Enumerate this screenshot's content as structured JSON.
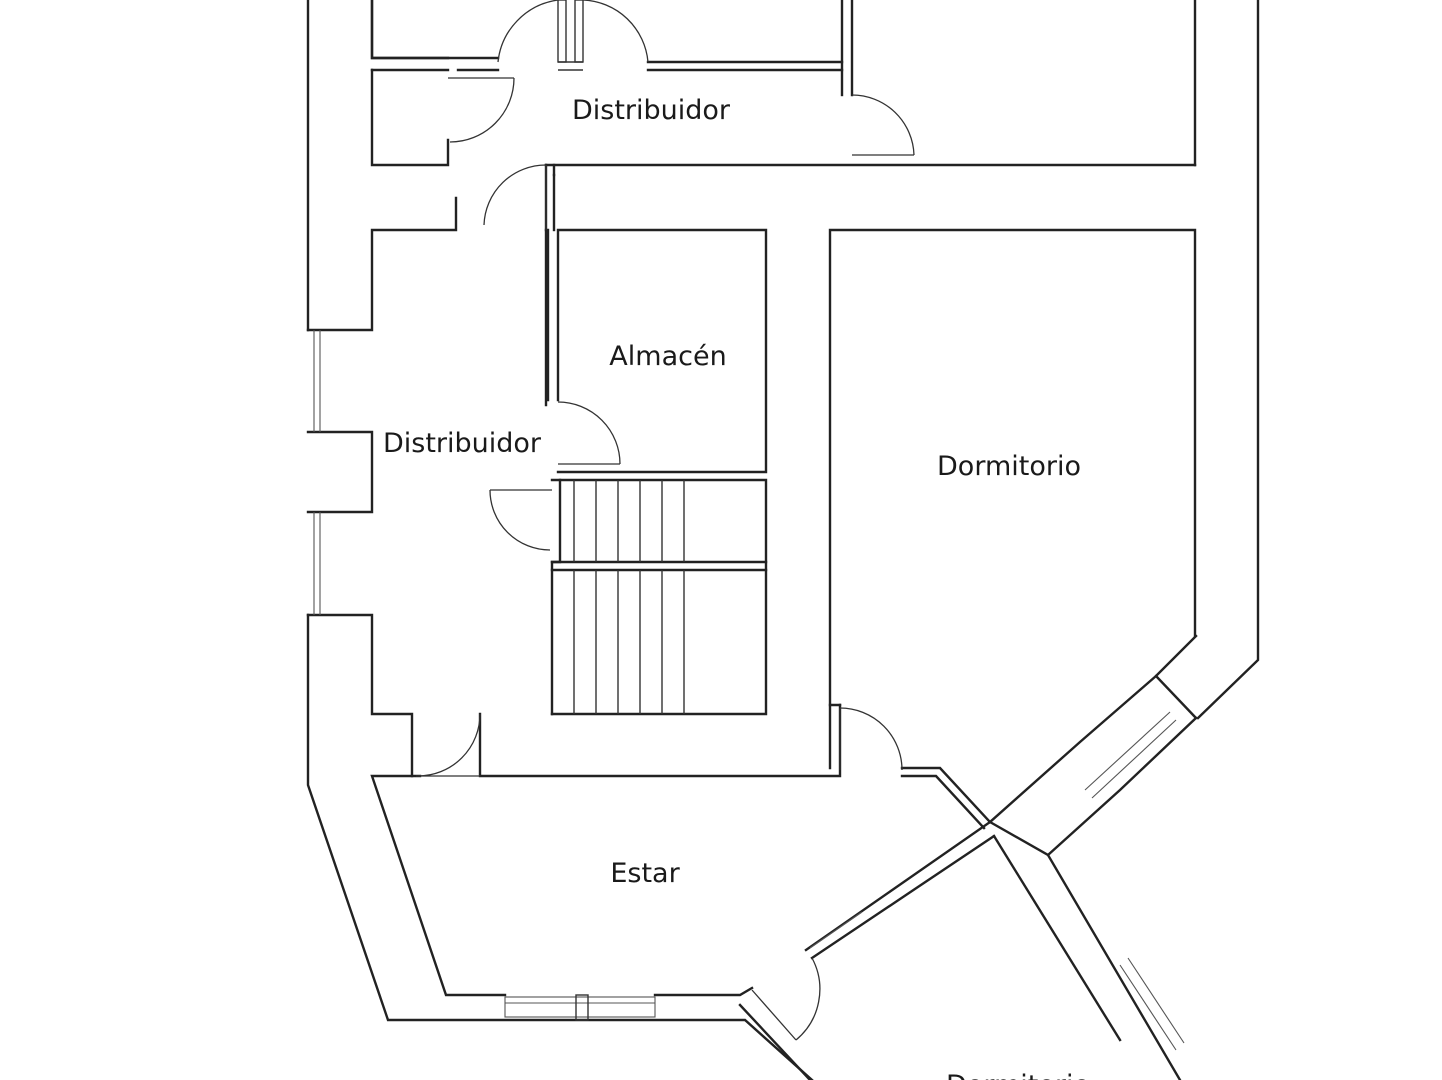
{
  "plan": {
    "wall_color": "#222222",
    "background": "#ffffff",
    "rooms": [
      {
        "id": "distribuidor-top",
        "label": "Distribuidor"
      },
      {
        "id": "almacen",
        "label": "Almacén"
      },
      {
        "id": "distribuidor-left",
        "label": "Distribuidor"
      },
      {
        "id": "dormitorio",
        "label": "Dormitorio"
      },
      {
        "id": "estar",
        "label": "Estar"
      },
      {
        "id": "dormitorio-bottom",
        "label": "Dormitorio"
      }
    ]
  }
}
